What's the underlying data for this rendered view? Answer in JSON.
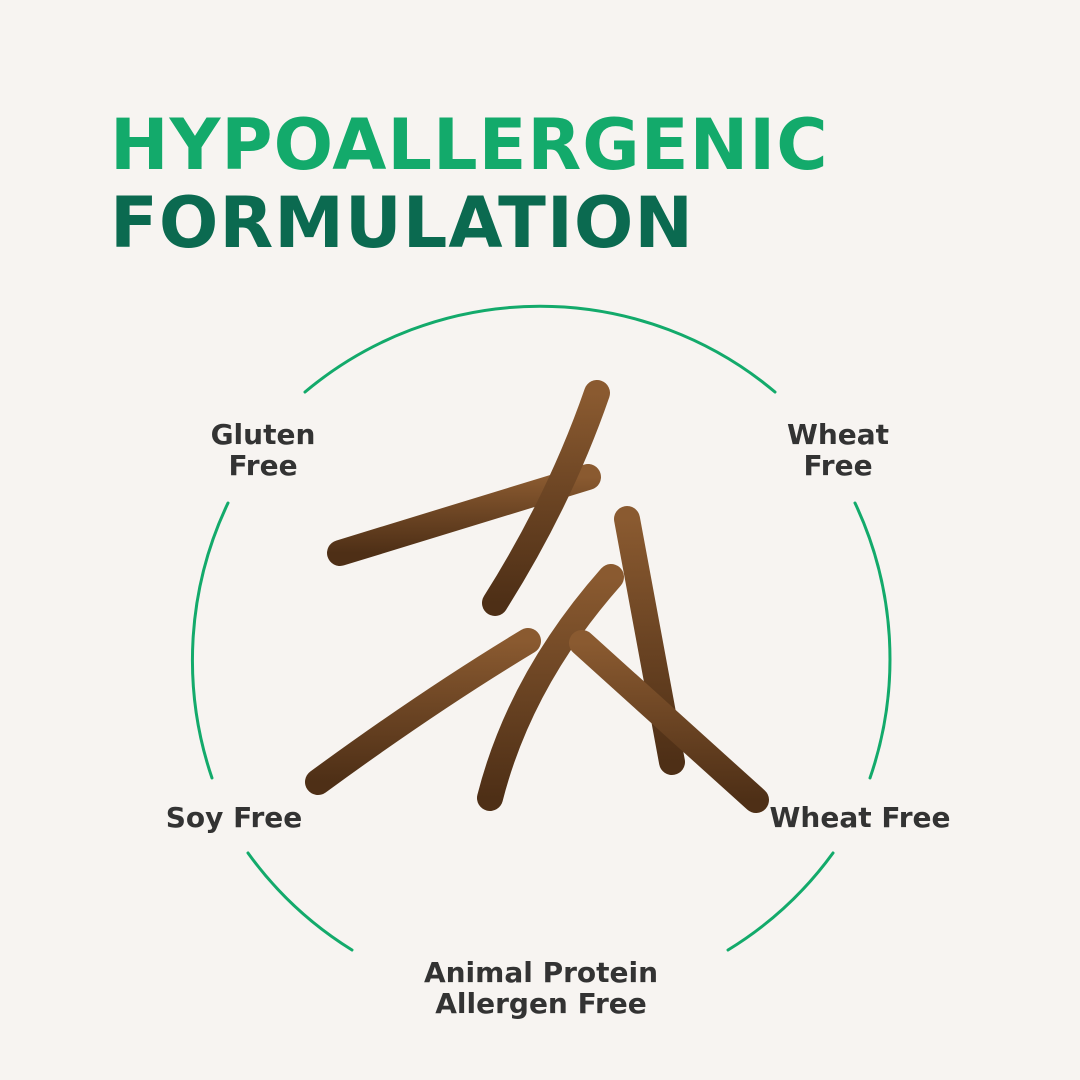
{
  "headline": {
    "line1": "HYPOALLERGENIC",
    "line2": "FORMULATION"
  },
  "labels": {
    "gluten_free": [
      "Gluten",
      "Free"
    ],
    "wheat_free_top": [
      "Wheat",
      "Free"
    ],
    "soy_free": "Soy Free",
    "wheat_free_right": "Wheat Free",
    "animal_protein": [
      "Animal Protein",
      "Allergen Free"
    ]
  },
  "colors": {
    "background": "#F7F4F1",
    "accent_green": "#13AA6B",
    "dark_green": "#0B6A50",
    "text": "#333333",
    "stick": "#6B4423"
  }
}
